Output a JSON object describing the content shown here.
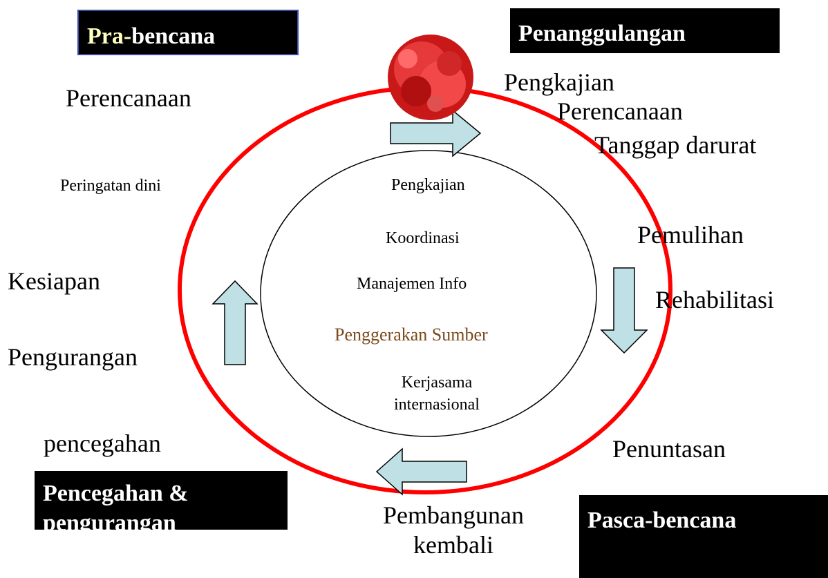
{
  "phases": {
    "pre": {
      "prefix": "Pra-",
      "suffix": "bencana"
    },
    "response": "Penanggulangan",
    "mitigation_line1": "Pencegahan &",
    "mitigation_line2": "pengurangan",
    "post": "Pasca-bencana"
  },
  "outer": {
    "perencanaan_left": "Perencanaan",
    "peringatan_dini": "Peringatan dini",
    "kesiapan": "Kesiapan",
    "pengurangan": "Pengurangan",
    "pencegahan": "pencegahan",
    "pengkajian_right": "Pengkajian",
    "perencanaan_right": "Perencanaan",
    "tanggap_darurat": "Tanggap darurat",
    "pemulihan": "Pemulihan",
    "rehabilitasi": "Rehabilitasi",
    "penuntasan": "Penuntasan",
    "pembangunan_line1": "Pembangunan",
    "pembangunan_line2": "kembali"
  },
  "inner": {
    "pengkajian": "Pengkajian",
    "koordinasi": "Koordinasi",
    "manajemen_info": "Manajemen Info",
    "penggerakan_sumber": "Penggerakan Sumber",
    "kerjasama_line1": "Kerjasama",
    "kerjasama_line2": "internasional"
  },
  "colors": {
    "ring": "#ff0000",
    "arrow_fill": "#bfe0e4",
    "pre_prefix": "#ffffc0",
    "pre_box_border": "#3a4aa8",
    "penggerakan": "#7a4a1a"
  },
  "icons": {
    "disaster_burst": "red-burst-icon"
  }
}
